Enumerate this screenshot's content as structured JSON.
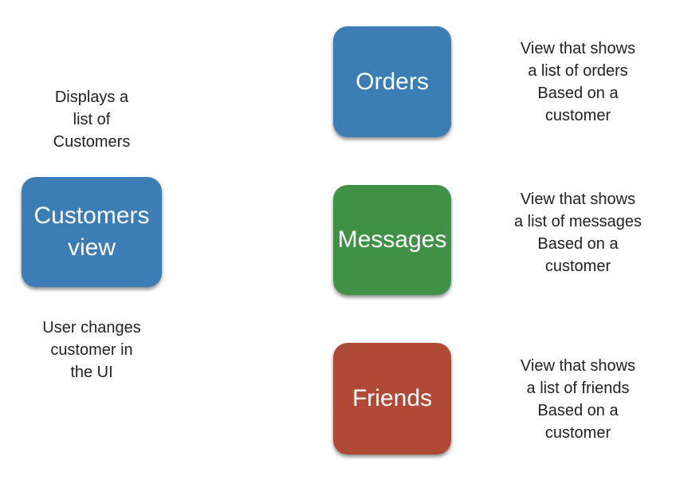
{
  "colors": {
    "blue": "#3b7db4",
    "green": "#3f9146",
    "red": "#b04a36"
  },
  "customers": {
    "line1": "Customers",
    "line2": "view",
    "note_above": [
      "Displays a",
      "list of",
      "Customers"
    ],
    "note_below": [
      "User changes",
      "customer in",
      "the UI"
    ]
  },
  "orders": {
    "label": "Orders",
    "note": [
      "View that shows",
      "a list of orders",
      "Based on a",
      "customer"
    ]
  },
  "messages": {
    "label": "Messages",
    "note": [
      "View that shows",
      "a list of messages",
      "Based on a",
      "customer"
    ]
  },
  "friends": {
    "label": "Friends",
    "note": [
      "View that shows",
      "a list of friends",
      "Based on a",
      "customer"
    ]
  }
}
